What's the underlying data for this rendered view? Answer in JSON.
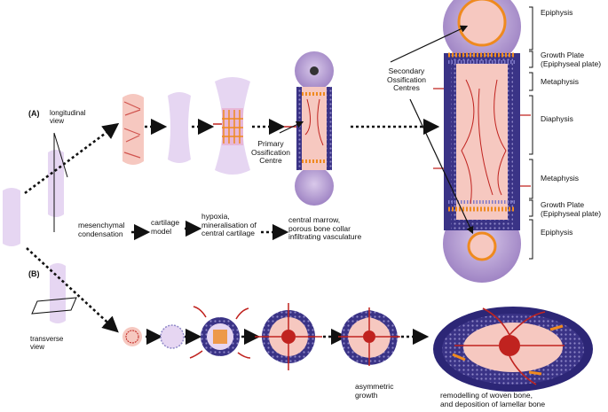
{
  "panel_a": {
    "letter": "(A)",
    "view": "longitudinal\nview",
    "stages": {
      "s1": "mesenchymal\ncondensation",
      "s2": "cartilage\nmodel",
      "s3": "hypoxia,\nmineralisation of\ncentral cartilage",
      "s4": "central marrow,\nporous bone collar\ninfiltrating vasculature"
    },
    "primary_label": "Primary\nOssification\nCentre",
    "secondary_label": "Secondary\nOssification\nCentres",
    "zones": {
      "epiphysis_top": "Epiphysis",
      "growth_plate_top": "Growth Plate\n(Epiphyseal plate)",
      "metaphysis_top": "Metaphysis",
      "diaphysis": "Diaphysis",
      "metaphysis_bottom": "Metaphysis",
      "growth_plate_bottom": "Growth Plate\n(Epiphyseal plate)",
      "epiphysis_bottom": "Epiphysis"
    }
  },
  "panel_b": {
    "letter": "(B)",
    "view": "transverse\nview",
    "asym": "asymmetric\ngrowth",
    "remodel": "remodelling of woven bone,\nand deposition of lamellar bone"
  },
  "colors": {
    "lilac": "#e6d6f2",
    "pink": "#f6c8c0",
    "navy": "#3a3386",
    "orange": "#ef8a1f",
    "red": "#c0231f"
  }
}
